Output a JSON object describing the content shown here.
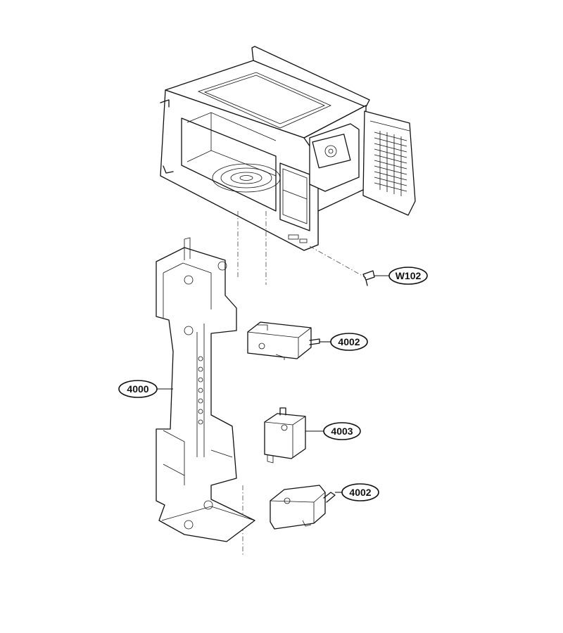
{
  "callouts": {
    "w102": "W102",
    "switch_top": "4002",
    "latch_assembly": "4000",
    "monitor_switch": "4003",
    "switch_bottom": "4002"
  }
}
